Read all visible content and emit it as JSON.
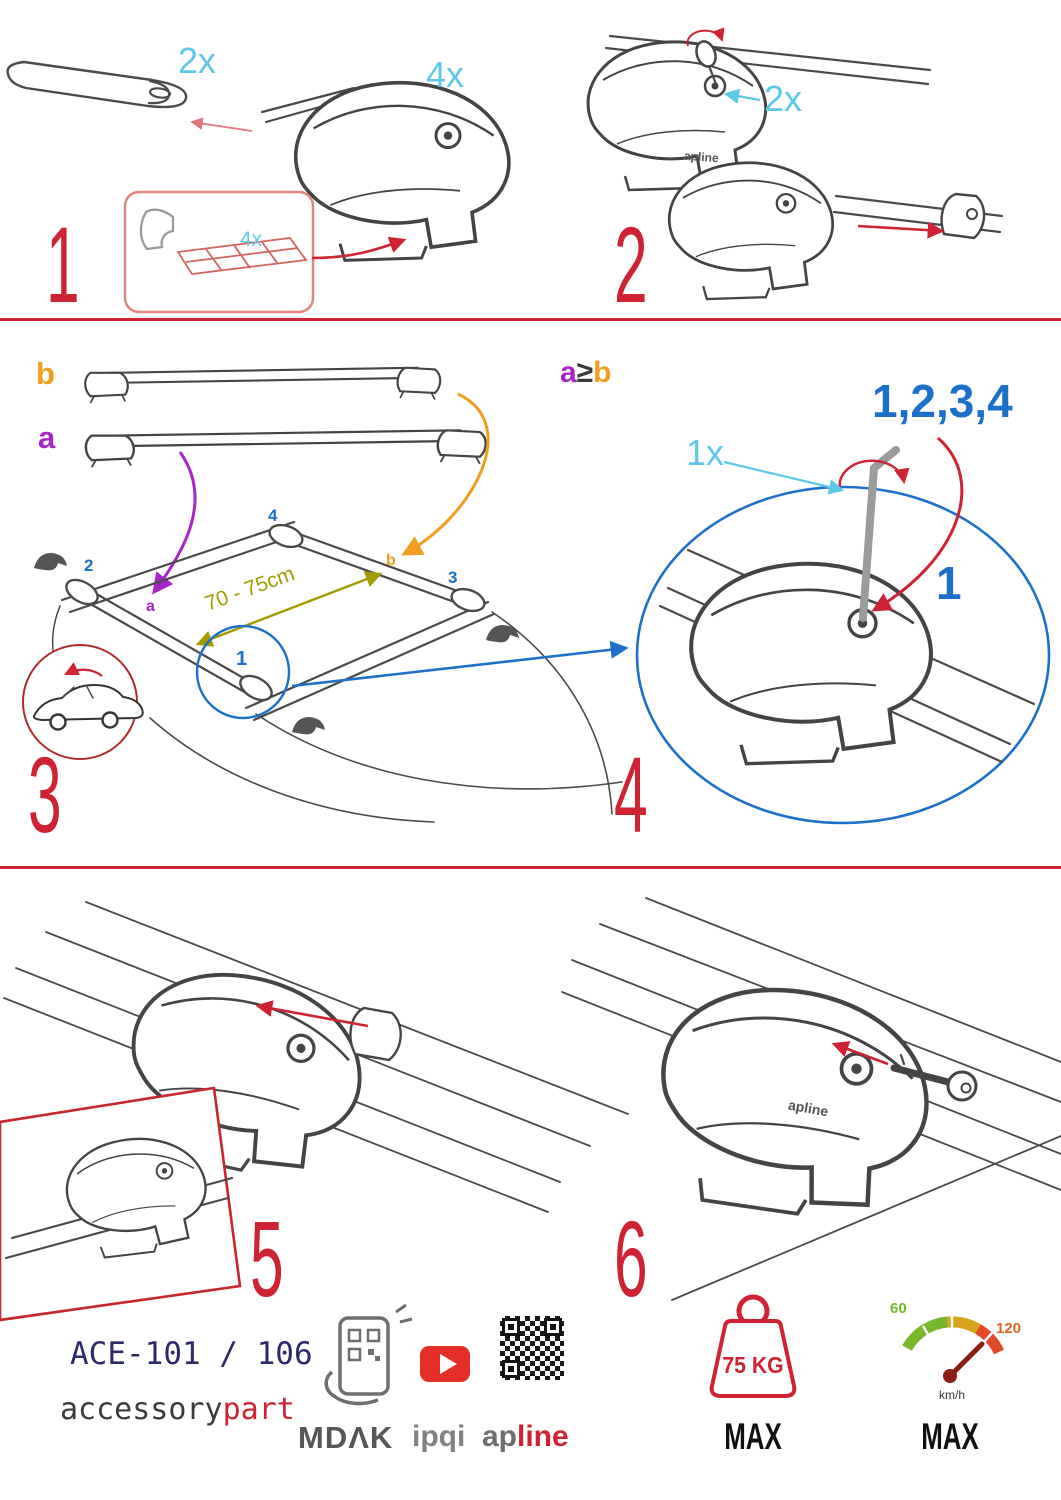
{
  "steps": {
    "s1": {
      "num": "1",
      "bar_qty": "2x",
      "foot_qty": "4x",
      "pad_qty": "4x"
    },
    "s2": {
      "num": "2",
      "key_qty": "2x"
    },
    "s3": {
      "num": "3",
      "bar_label_b": "b",
      "bar_label_a": "a",
      "pos_1": "1",
      "pos_2": "2",
      "pos_3": "3",
      "pos_4": "4",
      "pos_a": "a",
      "pos_b": "b",
      "distance": "70 - 75cm"
    },
    "s4": {
      "num": "4",
      "cond_a": "a",
      "cond_op": "≥",
      "cond_b": "b",
      "sequence": "1,2,3,4",
      "tool_qty": "1x",
      "pos_1": "1"
    },
    "s5": {
      "num": "5"
    },
    "s6": {
      "num": "6"
    }
  },
  "branding": {
    "model": "ACE-101 / 106",
    "brand_name_1": "accessory",
    "brand_name_2": "part",
    "logo_mdak": "MDΛK",
    "logo_ipqi": "ipqi",
    "logo_apline_1": "ap",
    "logo_apline_2": "line",
    "foot_logo": "apline"
  },
  "limits": {
    "weight": "75 KG",
    "weight_max": "MAX",
    "speed_low": "60",
    "speed_high": "120",
    "speed_unit": "km/h",
    "speed_max": "MAX"
  },
  "colors": {
    "red": "#cf2233",
    "cyan": "#5ec8e8",
    "blue": "#1d70c9",
    "purple": "#a824c4",
    "orange": "#f09e1f",
    "olive": "#a39c00",
    "navy": "#2b2a6a",
    "green": "#76b82a",
    "speed_orange": "#e0641f"
  }
}
